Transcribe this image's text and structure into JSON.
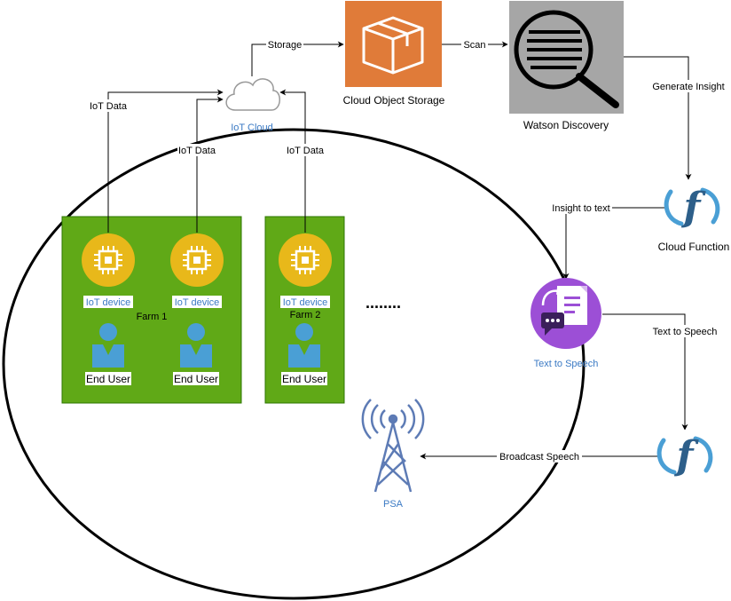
{
  "nodes": {
    "iot_cloud": "IoT Cloud",
    "cos": "Cloud Object Storage",
    "watson": "Watson Discovery",
    "cloud_function": "Cloud Function",
    "tts": "Text to Speech",
    "psa": "PSA",
    "farm1": "Farm 1",
    "farm2": "Farm 2",
    "iot_device": "IoT device",
    "end_user": "End User",
    "ellipsis": "........"
  },
  "edges": {
    "storage": "Storage",
    "scan": "Scan",
    "generate_insight": "Generate Insight",
    "insight_to_text": "Insight to text",
    "text_to_speech": "Text to Speech",
    "broadcast_speech": "Broadcast Speech",
    "iot_data": "IoT Data"
  },
  "colors": {
    "farm_green": "#60a917",
    "device_yellow": "#e8b81a",
    "user_blue": "#4a9fd5",
    "cos_orange": "#e07b39",
    "watson_gray": "#a6a6a6",
    "function_blue": "#2d5f8a",
    "tts_purple": "#9c4fd6",
    "tower_blue": "#5d7bb5",
    "label_blue": "#3b7ac4"
  }
}
